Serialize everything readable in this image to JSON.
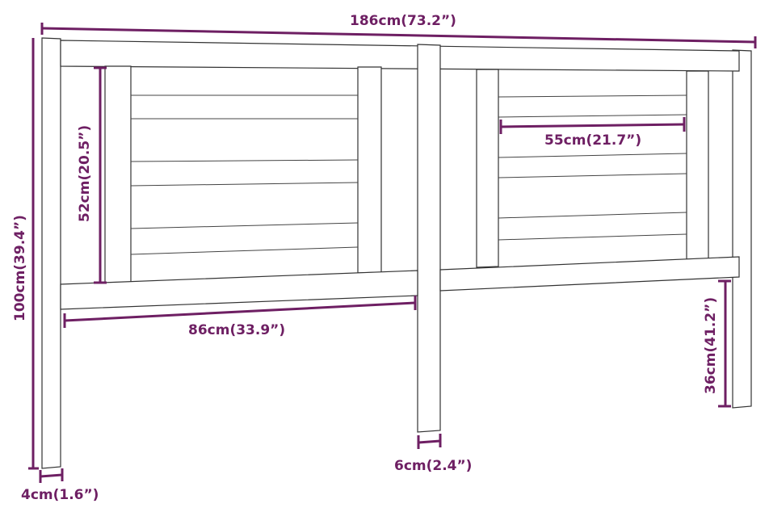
{
  "dimensions": {
    "total_width": "186cm(73.2”)",
    "total_height": "100cm(39.4”)",
    "panel_height": "52cm(20.5”)",
    "panel_width": "55cm(21.7”)",
    "half_width": "86cm(33.9”)",
    "leg_height": "36cm(41.2”)",
    "center_post_width": "6cm(2.4”)",
    "side_post_width": "4cm(1.6”)"
  },
  "colors": {
    "dimension": "#6e1f63",
    "outline": "#333333"
  }
}
